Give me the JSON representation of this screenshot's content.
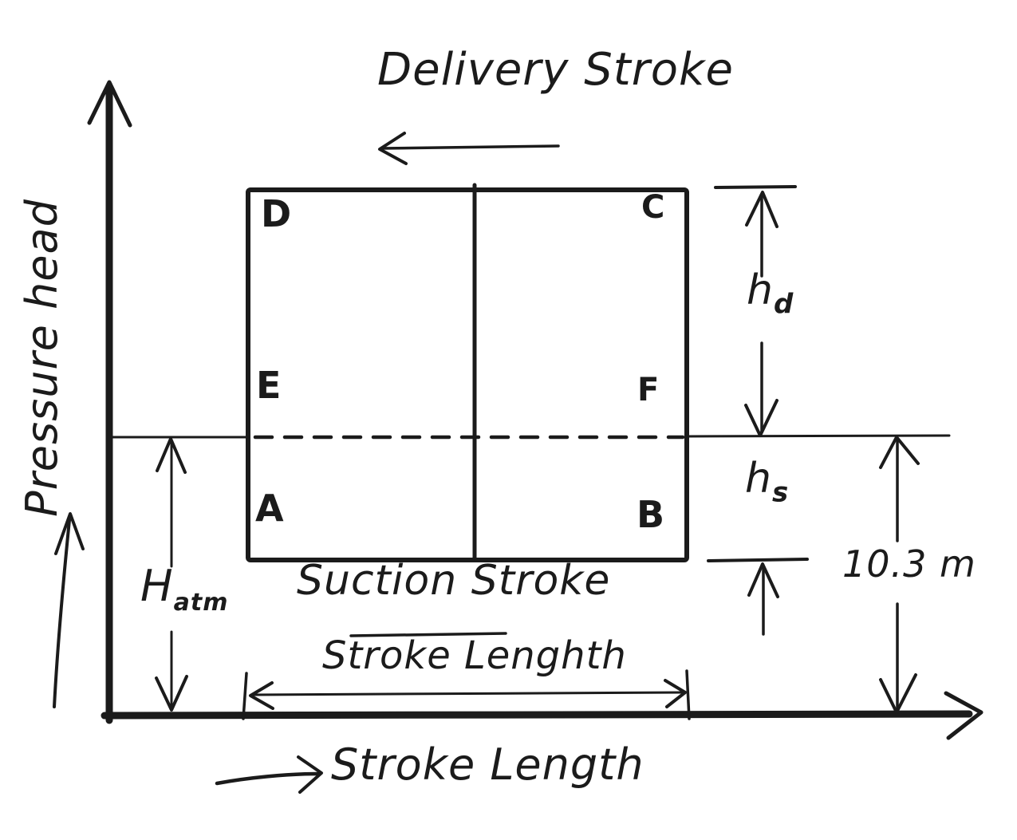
{
  "figure": {
    "y_axis_label": "Pressure head",
    "x_axis_label": "Stroke Length",
    "delivery_stroke_label": "Delivery Stroke",
    "suction_stroke_label": "Suction Stroke",
    "stroke_length_dim_label": "Stroke Lenghth",
    "atmospheric_pressure_value": "10.3 m",
    "heads": {
      "delivery": {
        "base": "h",
        "sub": "d"
      },
      "suction": {
        "base": "h",
        "sub": "s"
      },
      "atmospheric": {
        "base": "H",
        "sub": "atm"
      }
    },
    "points": {
      "A": "A",
      "B": "B",
      "C": "C",
      "D": "D",
      "E": "E",
      "F": "F"
    }
  }
}
